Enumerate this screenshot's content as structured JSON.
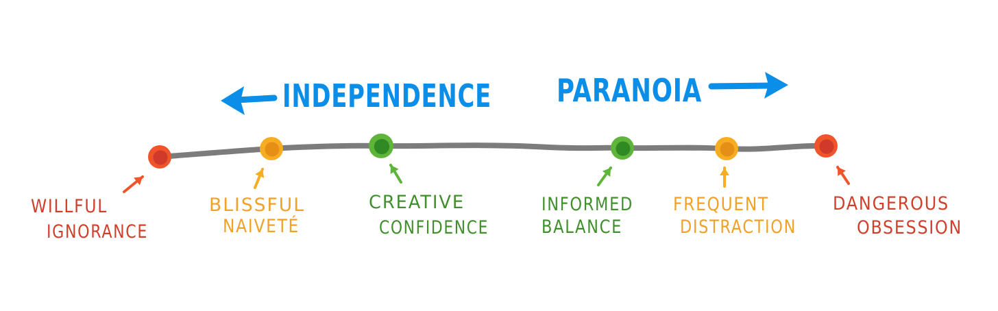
{
  "colors": {
    "blue": "#0a8ee8",
    "line": "#7c7c7c",
    "red_outer": "#f0542a",
    "red_inner": "#cf3a2a",
    "red_text": "#cf3f2c",
    "orange_outer": "#f6ad22",
    "orange_inner": "#e58f16",
    "orange_text": "#f0a126",
    "green_outer": "#5fb53a",
    "green_inner": "#2f8a24",
    "green_text": "#3f8f2a"
  },
  "directions": {
    "left": {
      "label": "INDEPENDENCE",
      "arrow_icon": "left-arrow-icon"
    },
    "right": {
      "label": "PARANOIA",
      "arrow_icon": "right-arrow-icon"
    }
  },
  "points": [
    {
      "id": "willful-ignorance",
      "line1": "Willful",
      "line2": "Ignorance",
      "tone": "red"
    },
    {
      "id": "blissful-naivete",
      "line1": "Blissful",
      "line2": "Naiveté",
      "tone": "orange"
    },
    {
      "id": "creative-confidence",
      "line1": "Creative",
      "line2": "Confidence",
      "tone": "green"
    },
    {
      "id": "informed-balance",
      "line1": "Informed",
      "line2": "Balance",
      "tone": "green"
    },
    {
      "id": "frequent-distraction",
      "line1": "Frequent",
      "line2": "Distraction",
      "tone": "orange"
    },
    {
      "id": "dangerous-obsession",
      "line1": "Dangerous",
      "line2": "Obsession",
      "tone": "red"
    }
  ]
}
